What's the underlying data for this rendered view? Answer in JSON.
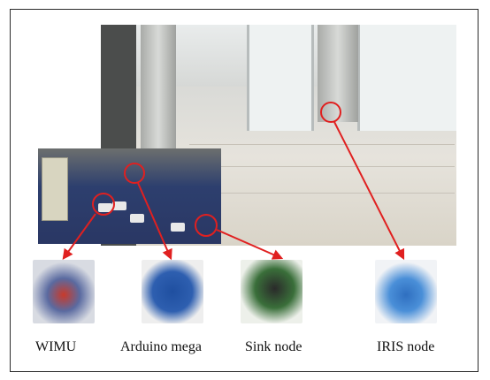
{
  "figure": {
    "captions": {
      "wimu": "WIMU",
      "arduino": "Arduino mega",
      "sink": "Sink node",
      "iris": "IRIS node"
    },
    "colors": {
      "annotation": "#e02020",
      "border": "#2a2a2a"
    }
  }
}
